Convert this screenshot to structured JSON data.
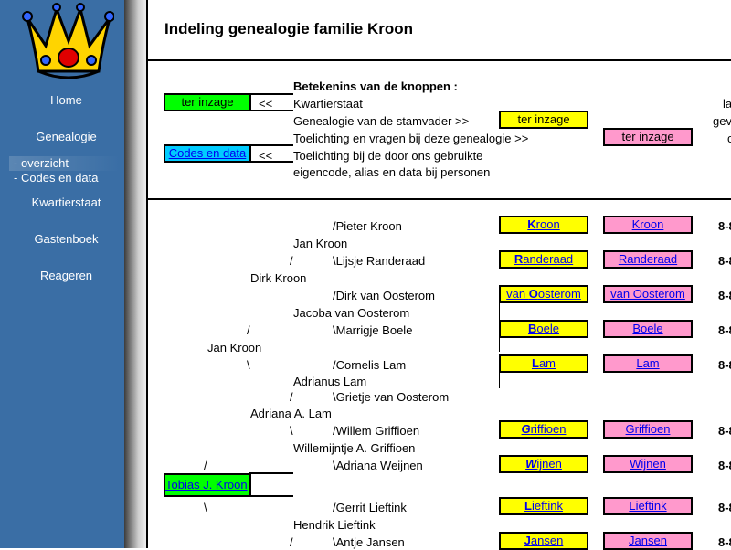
{
  "sidebar": {
    "nav": [
      "Home",
      "Genealogie",
      "Kwartierstaat",
      "Gastenboek",
      "Reageren"
    ],
    "sub": [
      "- overzicht",
      "- Codes en data"
    ]
  },
  "page": {
    "title": "Indeling genealogie familie Kroon"
  },
  "legend": {
    "heading": "Betekenins van de knoppen :",
    "lines": [
      "Kwartierstaat",
      "Genealogie van de stamvader  >>",
      "Toelichting en vragen bij deze genealogie  >>",
      "Toelichting bij de door ons gebruikte",
      "eigencode, alias en data bij personen"
    ],
    "btn_ter_inzage": "ter inzage",
    "btn_codes": "Codes en data",
    "arrows": "<<",
    "right_fragments": [
      "la",
      "gev",
      "c"
    ]
  },
  "tree": [
    {
      "text": "/Pieter Kroon"
    },
    {
      "text": "Jan Kroon"
    },
    {
      "text": "/"
    },
    {
      "text": "\\Lijsje Randeraad"
    },
    {
      "text": "Dirk Kroon"
    },
    {
      "text": "/Dirk van Oosterom"
    },
    {
      "text": "Jacoba van Oosterom"
    },
    {
      "text": "/"
    },
    {
      "text": "\\Marrigje Boele"
    },
    {
      "text": "Jan Kroon"
    },
    {
      "text": "\\"
    },
    {
      "text": "/Cornelis Lam"
    },
    {
      "text": "Adrianus Lam"
    },
    {
      "text": "/"
    },
    {
      "text": "\\Grietje van Oosterom"
    },
    {
      "text": "Adriana A. Lam"
    },
    {
      "text": "\\"
    },
    {
      "text": "/Willem Griffioen"
    },
    {
      "text": "Willemijntje A. Griffioen"
    },
    {
      "text": "/"
    },
    {
      "text": "\\Adriana Weijnen"
    },
    {
      "text": "Tobias J. Kroon"
    },
    {
      "text": "\\"
    },
    {
      "text": "/Gerrit Lieftink"
    },
    {
      "text": "Hendrik Lieftink"
    },
    {
      "text": "/"
    },
    {
      "text": "\\Antje Jansen"
    }
  ],
  "families": [
    {
      "first": "K",
      "rest": "roon",
      "name": "Kroon",
      "code": "8-8"
    },
    {
      "first": "R",
      "rest": "anderaad",
      "name": "Randeraad",
      "code": "8-8"
    },
    {
      "first": "van ",
      "mid": "O",
      "rest": "osterom",
      "name": "van Oosterom",
      "code": "8-8"
    },
    {
      "first": "B",
      "rest": "oele",
      "name": "Boele",
      "code": "8-8"
    },
    {
      "first": "L",
      "rest": "am",
      "name": "Lam",
      "code": "8-8"
    },
    {
      "first": "G",
      "rest": "riffioen",
      "name": "Griffioen",
      "code": "8-8"
    },
    {
      "first": "W",
      "rest": "ijnen",
      "name": "Wijnen",
      "code": "8-8"
    },
    {
      "first": "L",
      "rest": "ieftink",
      "name": "Lieftink",
      "code": "8-8"
    },
    {
      "first": "J",
      "rest": "ansen",
      "name": "Jansen",
      "code": "8-8"
    }
  ]
}
